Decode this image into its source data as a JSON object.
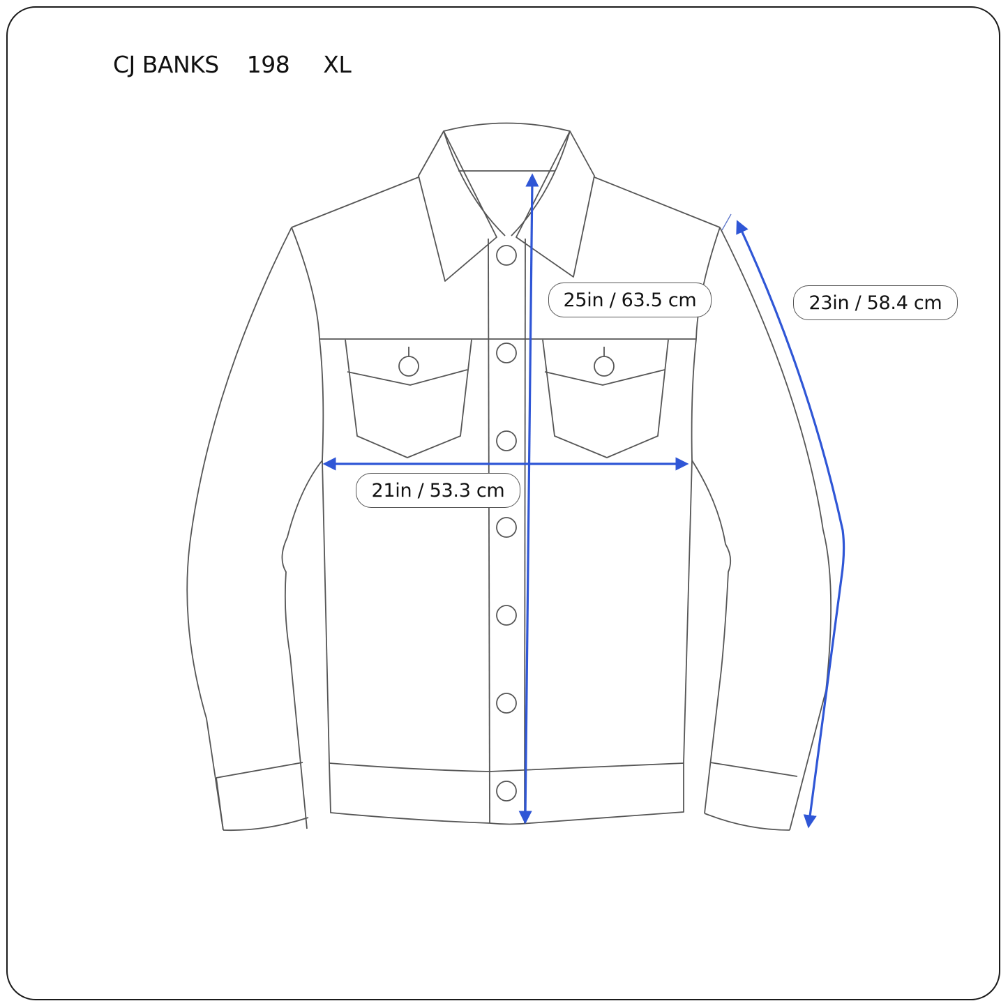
{
  "header": {
    "brand": "CJ BANKS",
    "style_number": "198",
    "size": "XL"
  },
  "garment": {
    "type": "jacket",
    "illustration": "denim-trucker-jacket-outline",
    "buttons_placket": 7,
    "chest_pockets": 2
  },
  "measurements": {
    "length": {
      "label": "25in / 63.5 cm",
      "inches": 25,
      "cm": 63.5
    },
    "chest_width": {
      "label": "21in / 53.3 cm",
      "inches": 21,
      "cm": 53.3
    },
    "sleeve_length": {
      "label": "23in / 58.4 cm",
      "inches": 23,
      "cm": 58.4
    }
  },
  "colors": {
    "outline": "#555555",
    "arrow": "#2f56d6",
    "frame": "#1a1a1a",
    "background": "#ffffff"
  }
}
